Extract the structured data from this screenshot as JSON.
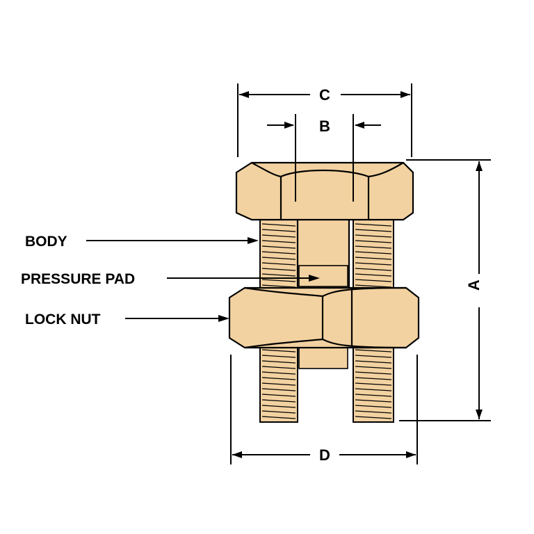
{
  "diagram": {
    "dimensions": {
      "a": "A",
      "b": "B",
      "c": "C",
      "d": "D"
    },
    "callouts": {
      "body": "BODY",
      "pressure_pad": "PRESSURE PAD",
      "lock_nut": "LOCK NUT"
    },
    "colors": {
      "part_fill": "#f3d2a1",
      "line": "#000000",
      "background": "#ffffff"
    }
  }
}
